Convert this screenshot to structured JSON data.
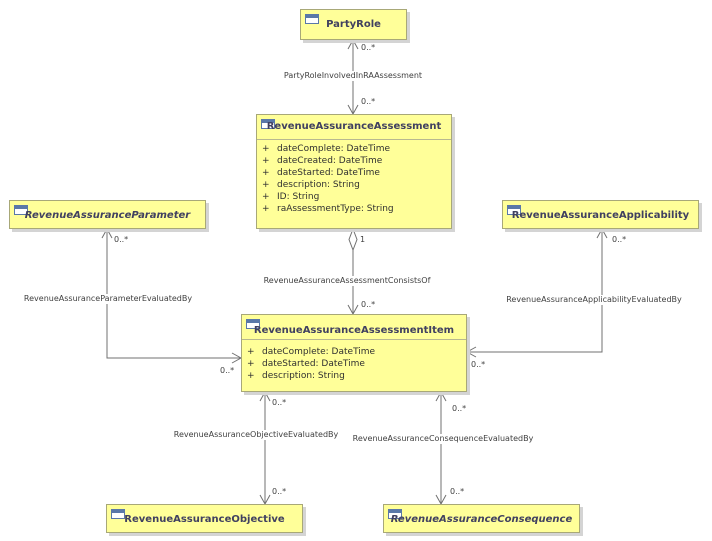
{
  "classes": {
    "party_role": {
      "name": "PartyRole"
    },
    "assessment": {
      "name": "RevenueAssuranceAssessment",
      "attributes": [
        {
          "vis": "+",
          "text": "dateComplete: DateTime"
        },
        {
          "vis": "+",
          "text": "dateCreated: DateTime"
        },
        {
          "vis": "+",
          "text": "dateStarted: DateTime"
        },
        {
          "vis": "+",
          "text": "description: String"
        },
        {
          "vis": "+",
          "text": "ID: String"
        },
        {
          "vis": "+",
          "text": "raAssessmentType: String"
        }
      ]
    },
    "parameter": {
      "name": "RevenueAssuranceParameter",
      "abstract": true
    },
    "applicability": {
      "name": "RevenueAssuranceApplicability"
    },
    "item": {
      "name": "RevenueAssuranceAssessmentItem",
      "attributes": [
        {
          "vis": "+",
          "text": "dateComplete: DateTime"
        },
        {
          "vis": "+",
          "text": "dateStarted: DateTime"
        },
        {
          "vis": "+",
          "text": "description: String"
        }
      ]
    },
    "objective": {
      "name": "RevenueAssuranceObjective"
    },
    "consequence": {
      "name": "RevenueAssuranceConsequence",
      "abstract": true
    }
  },
  "associations": {
    "party_role_involved": {
      "name": "PartyRoleInvolvedInRAAssessment",
      "mult_a": "0..*",
      "mult_b": "0..*"
    },
    "consists_of": {
      "name": "RevenueAssuranceAssessmentConsistsOf",
      "mult_a": "1",
      "mult_b": "0..*"
    },
    "parameter_evaluated": {
      "name": "RevenueAssuranceParameterEvaluatedBy",
      "mult_a": "0..*",
      "mult_b": "0..*"
    },
    "applicability_evaluated": {
      "name": "RevenueAssuranceApplicabilityEvaluatedBy",
      "mult_a": "0..*",
      "mult_b": "0..*"
    },
    "objective_evaluated": {
      "name": "RevenueAssuranceObjectiveEvaluatedBy",
      "mult_a": "0..*",
      "mult_b": "0..*"
    },
    "consequence_evaluated": {
      "name": "RevenueAssuranceConsequenceEvaluatedBy",
      "mult_a": "0..*",
      "mult_b": "0..*"
    }
  }
}
